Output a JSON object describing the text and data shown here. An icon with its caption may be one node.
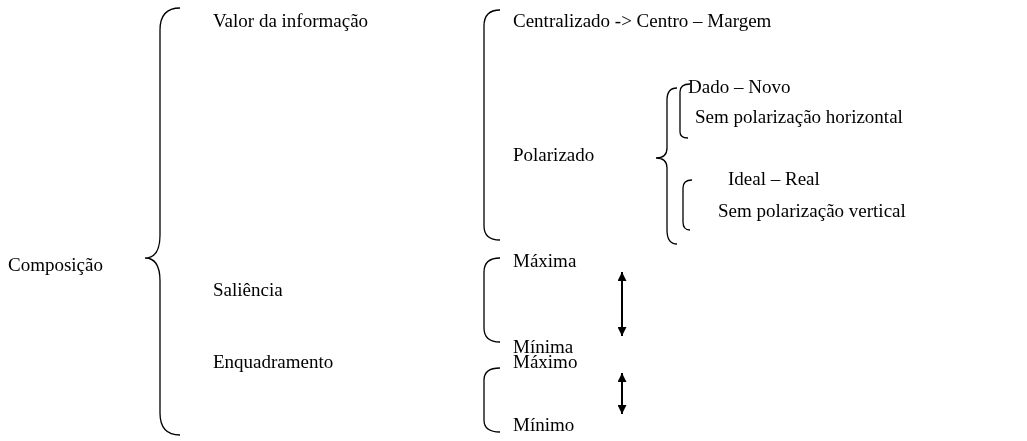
{
  "diagram": {
    "nodes": [
      {
        "text": [
          "Máxima"
        ]
      },
      {
        "text": [
          "Mínima"
        ]
      },
      {
        "text": [
          "Máximo"
        ]
      },
      {
        "text": [
          "Mínimo"
        ]
      }
    ],
    "edges": [
      {
        "from": 0,
        "to": 1,
        "arrow": "both"
      },
      {
        "from": 2,
        "to": 3,
        "arrow": "both"
      }
    ],
    "labels": [
      "Valor da informação",
      "Centralizado -> Centro – Margem",
      "Dado – Novo",
      "Sem polarização horizontal",
      "Polarizado",
      "Ideal – Real",
      "Sem polarização vertical",
      "Composição",
      "Saliência",
      "Enquadramento"
    ]
  }
}
